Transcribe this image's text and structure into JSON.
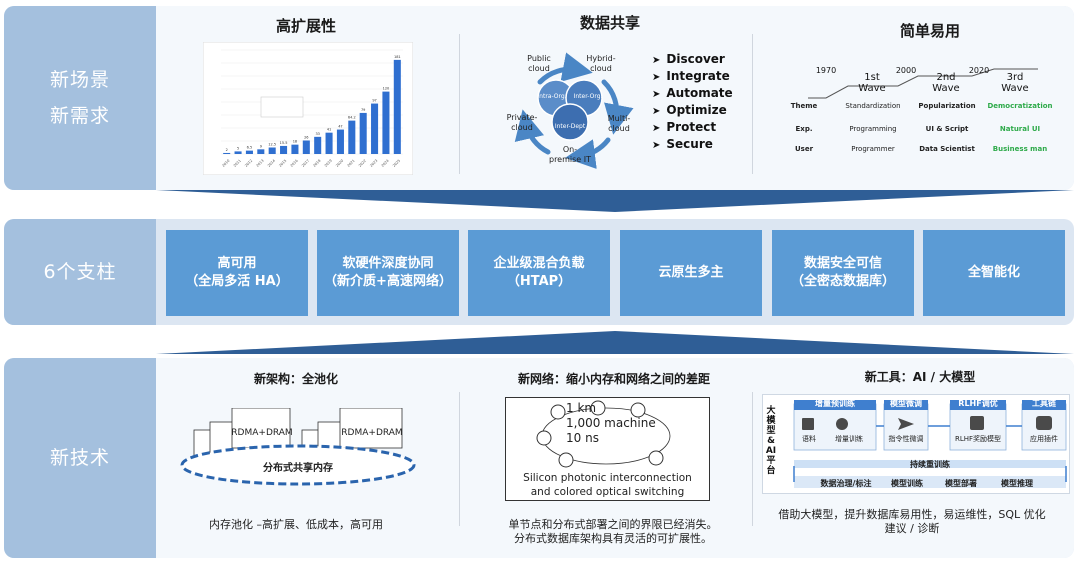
{
  "rows": {
    "scenario": {
      "line1": "新场景",
      "line2": "新需求"
    },
    "pillars": {
      "label": "6个支柱"
    },
    "tech": {
      "label": "新技术"
    }
  },
  "scalability": {
    "title": "高扩展性",
    "chart_data": {
      "type": "bar",
      "categories": [
        "2010",
        "2011",
        "2012",
        "2013",
        "2014",
        "2015",
        "2016",
        "2017",
        "2018",
        "2019",
        "2020",
        "2021",
        "2022",
        "2023",
        "2024",
        "2025"
      ],
      "values": [
        2,
        5,
        6.5,
        9,
        12.5,
        15.5,
        18,
        26,
        33,
        41,
        47,
        64.2,
        79,
        97,
        120,
        181
      ],
      "value_labels": [
        "2",
        "5",
        "6.5",
        "9",
        "12.5",
        "15.5",
        "18",
        "26",
        "33",
        "41",
        "47",
        "64.2",
        "79",
        "97",
        "120",
        "181"
      ],
      "ylim": [
        0,
        200
      ],
      "grid": true,
      "color": "#2f6fd0"
    }
  },
  "sharing": {
    "title": "数据共享",
    "outer": [
      "Public cloud",
      "Hybrid-cloud",
      "Multi-cloud",
      "On-premise IT",
      "Private-cloud"
    ],
    "inner": [
      "Intra-Org.",
      "Inter-Org.",
      "Inter-Dept"
    ],
    "bullets": [
      "Discover",
      "Integrate",
      "Automate",
      "Optimize",
      "Protect",
      "Secure"
    ]
  },
  "easy": {
    "title": "简单易用",
    "years": [
      "1970",
      "2000",
      "2020"
    ],
    "waves": [
      "1st Wave",
      "2nd Wave",
      "3rd Wave"
    ],
    "rows": [
      {
        "label": "Theme",
        "values": [
          "Standardization",
          "Popularization",
          "Democratization"
        ]
      },
      {
        "label": "Exp.",
        "values": [
          "Programming",
          "UI & Script",
          "Natural UI"
        ]
      },
      {
        "label": "User",
        "values": [
          "Programmer",
          "Data Scientist",
          "Business man"
        ]
      }
    ],
    "accent": "#2eaa4a"
  },
  "pillar_items": [
    {
      "line1": "高可用",
      "line2": "（全局多活 HA）"
    },
    {
      "line1": "软硬件深度协同",
      "line2": "（新介质+高速网络）"
    },
    {
      "line1": "企业级混合负载",
      "line2": "（HTAP）"
    },
    {
      "line1": "云原生多主",
      "line2": ""
    },
    {
      "line1": "数据安全可信",
      "line2": "（全密态数据库）"
    },
    {
      "line1": "全智能化",
      "line2": ""
    }
  ],
  "arch": {
    "title": "新架构：全池化",
    "box_label": "RDMA+DRAM",
    "pool_label": "分布式共享内存",
    "caption": "内存池化 –高扩展、低成本，高可用"
  },
  "network": {
    "title": "新网络：缩小内存和网络之间的差距",
    "stats": [
      "1 km",
      "1,000 machine",
      "10 ns"
    ],
    "tech1": "Silicon photonic interconnection",
    "tech2": "and colored optical switching",
    "caption1": "单节点和分布式部署之间的界限已经消失。",
    "caption2": "分布式数据库架构具有灵活的可扩展性。"
  },
  "tools": {
    "title": "新工具：AI / 大模型",
    "side": [
      "大",
      "模",
      "型",
      "&",
      "AI",
      "平",
      "台"
    ],
    "stages": [
      "增量预训练",
      "模型微调",
      "RLHF调优",
      "工具链"
    ],
    "stage_items": [
      "语料",
      "增量训练",
      "指令性微调",
      "RLHF奖励模型",
      "应用插件"
    ],
    "continuous": "持续重训练",
    "flow": [
      "数据治理/标注",
      "模型训练",
      "模型部署",
      "模型推理"
    ],
    "caption1": "借助大模型，提升数据库易用性，易运维性，SQL 优化",
    "caption2": "建议 / 诊断"
  }
}
